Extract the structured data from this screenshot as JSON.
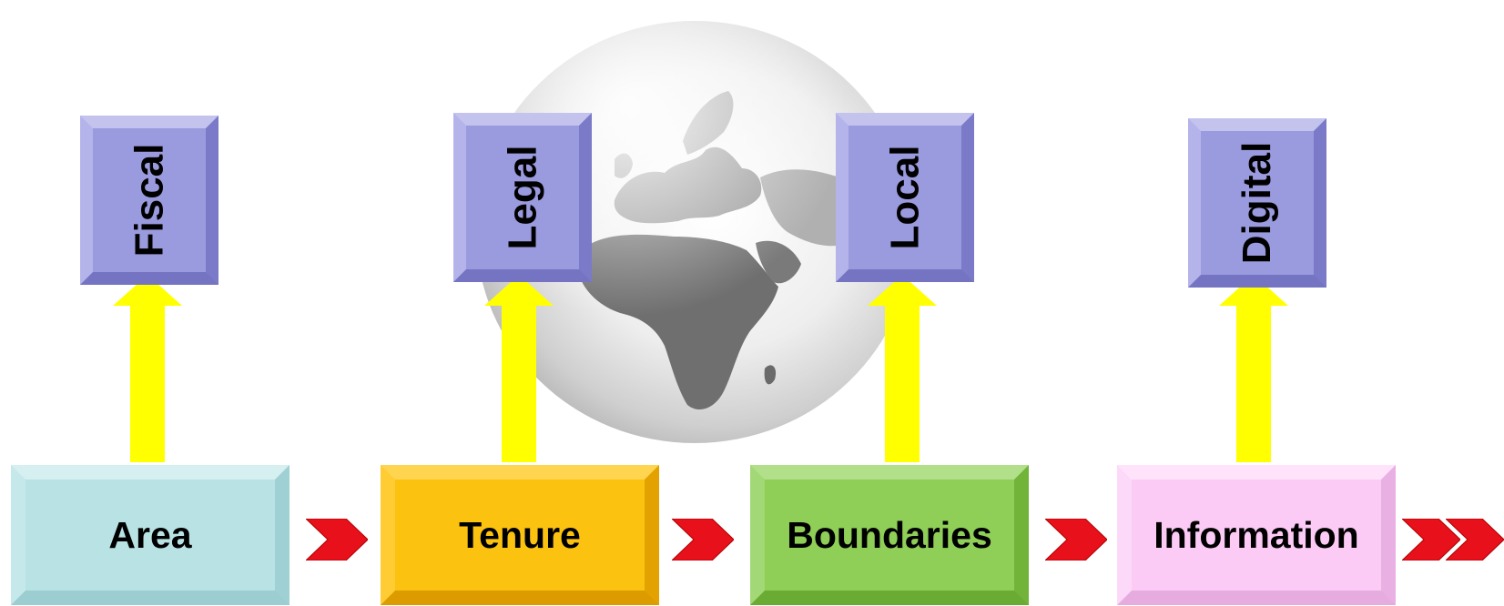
{
  "flow": {
    "steps": [
      {
        "label": "Area",
        "color": "#b9e2e4"
      },
      {
        "label": "Tenure",
        "color": "#fcc210"
      },
      {
        "label": "Boundaries",
        "color": "#8fce57"
      },
      {
        "label": "Information",
        "color": "#fbcbf6"
      }
    ],
    "outputs": [
      {
        "label": "Fiscal"
      },
      {
        "label": "Legal"
      },
      {
        "label": "Local"
      },
      {
        "label": "Digital"
      }
    ]
  },
  "colors": {
    "output_box": "#9a9ade",
    "up_arrow": "#ffff00",
    "chevron": "#e8101a",
    "globe": "#8a8a8a"
  },
  "icons": [
    "globe-icon",
    "up-arrow-icon",
    "chevron-right-icon"
  ]
}
